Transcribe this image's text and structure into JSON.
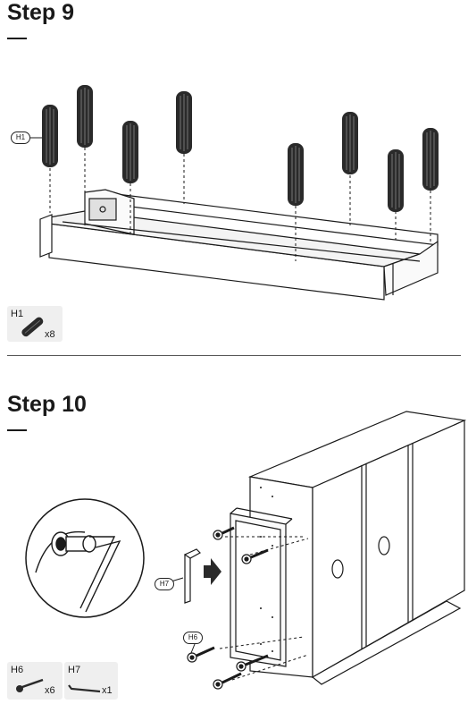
{
  "step9": {
    "title": "Step 9",
    "callout": "H1",
    "parts": [
      {
        "code": "H1",
        "qty": "x8"
      }
    ]
  },
  "step10": {
    "title": "Step 10",
    "callouts": {
      "h7": "H7",
      "h6": "H6"
    },
    "parts": [
      {
        "code": "H6",
        "qty": "x6"
      },
      {
        "code": "H7",
        "qty": "x1"
      }
    ]
  },
  "icons": [
    "dowel-icon",
    "screw-icon",
    "allen-key-icon",
    "arrow-icon"
  ]
}
